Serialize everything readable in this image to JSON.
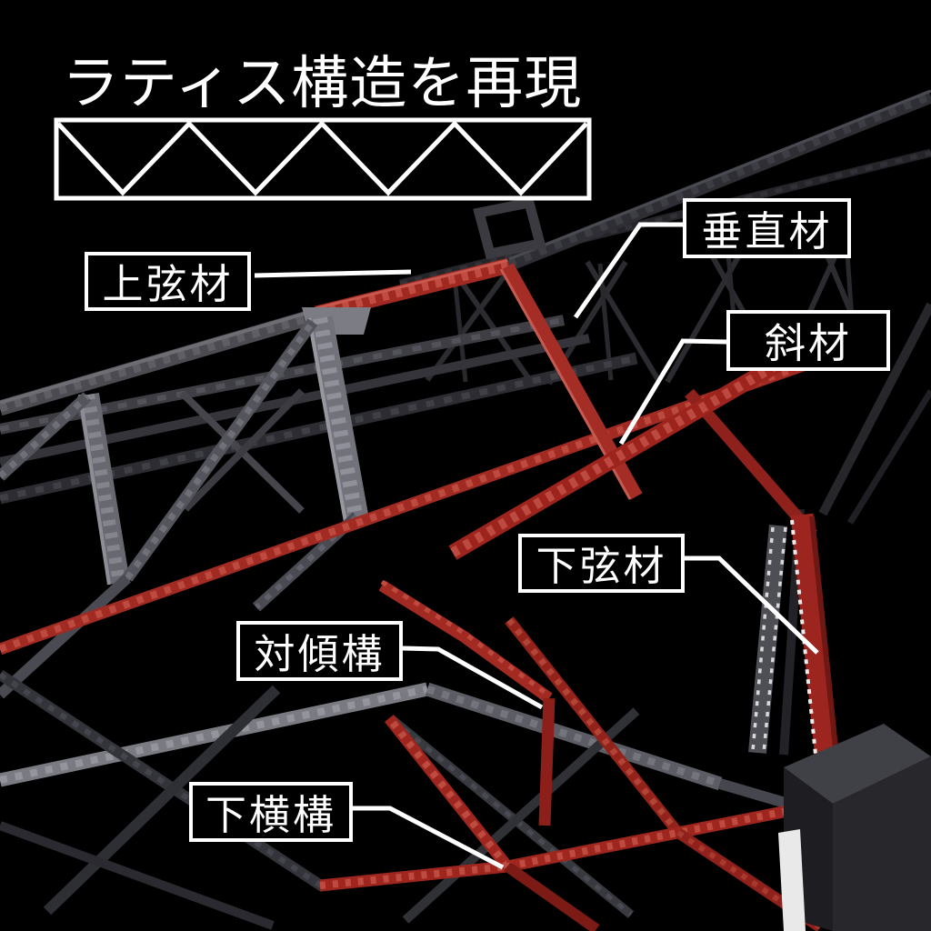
{
  "header": {
    "title": "ラティス構造を再現"
  },
  "annotations": {
    "upper_chord": {
      "label": "上弦材"
    },
    "vertical_member": {
      "label": "垂直材"
    },
    "diagonal_member": {
      "label": "斜材"
    },
    "lower_chord": {
      "label": "下弦材"
    },
    "sway_bracing": {
      "label": "対傾構"
    },
    "lower_lateral_bracing": {
      "label": "下横構"
    }
  },
  "colors": {
    "background": "#000000",
    "highlight_red": "#a32a22",
    "highlight_red_light": "#bd4a3f",
    "steel_gray": "#55555b",
    "steel_light": "#7a7a82",
    "steel_dark": "#2e2e34",
    "label_border": "#ffffff",
    "text": "#ffffff"
  }
}
